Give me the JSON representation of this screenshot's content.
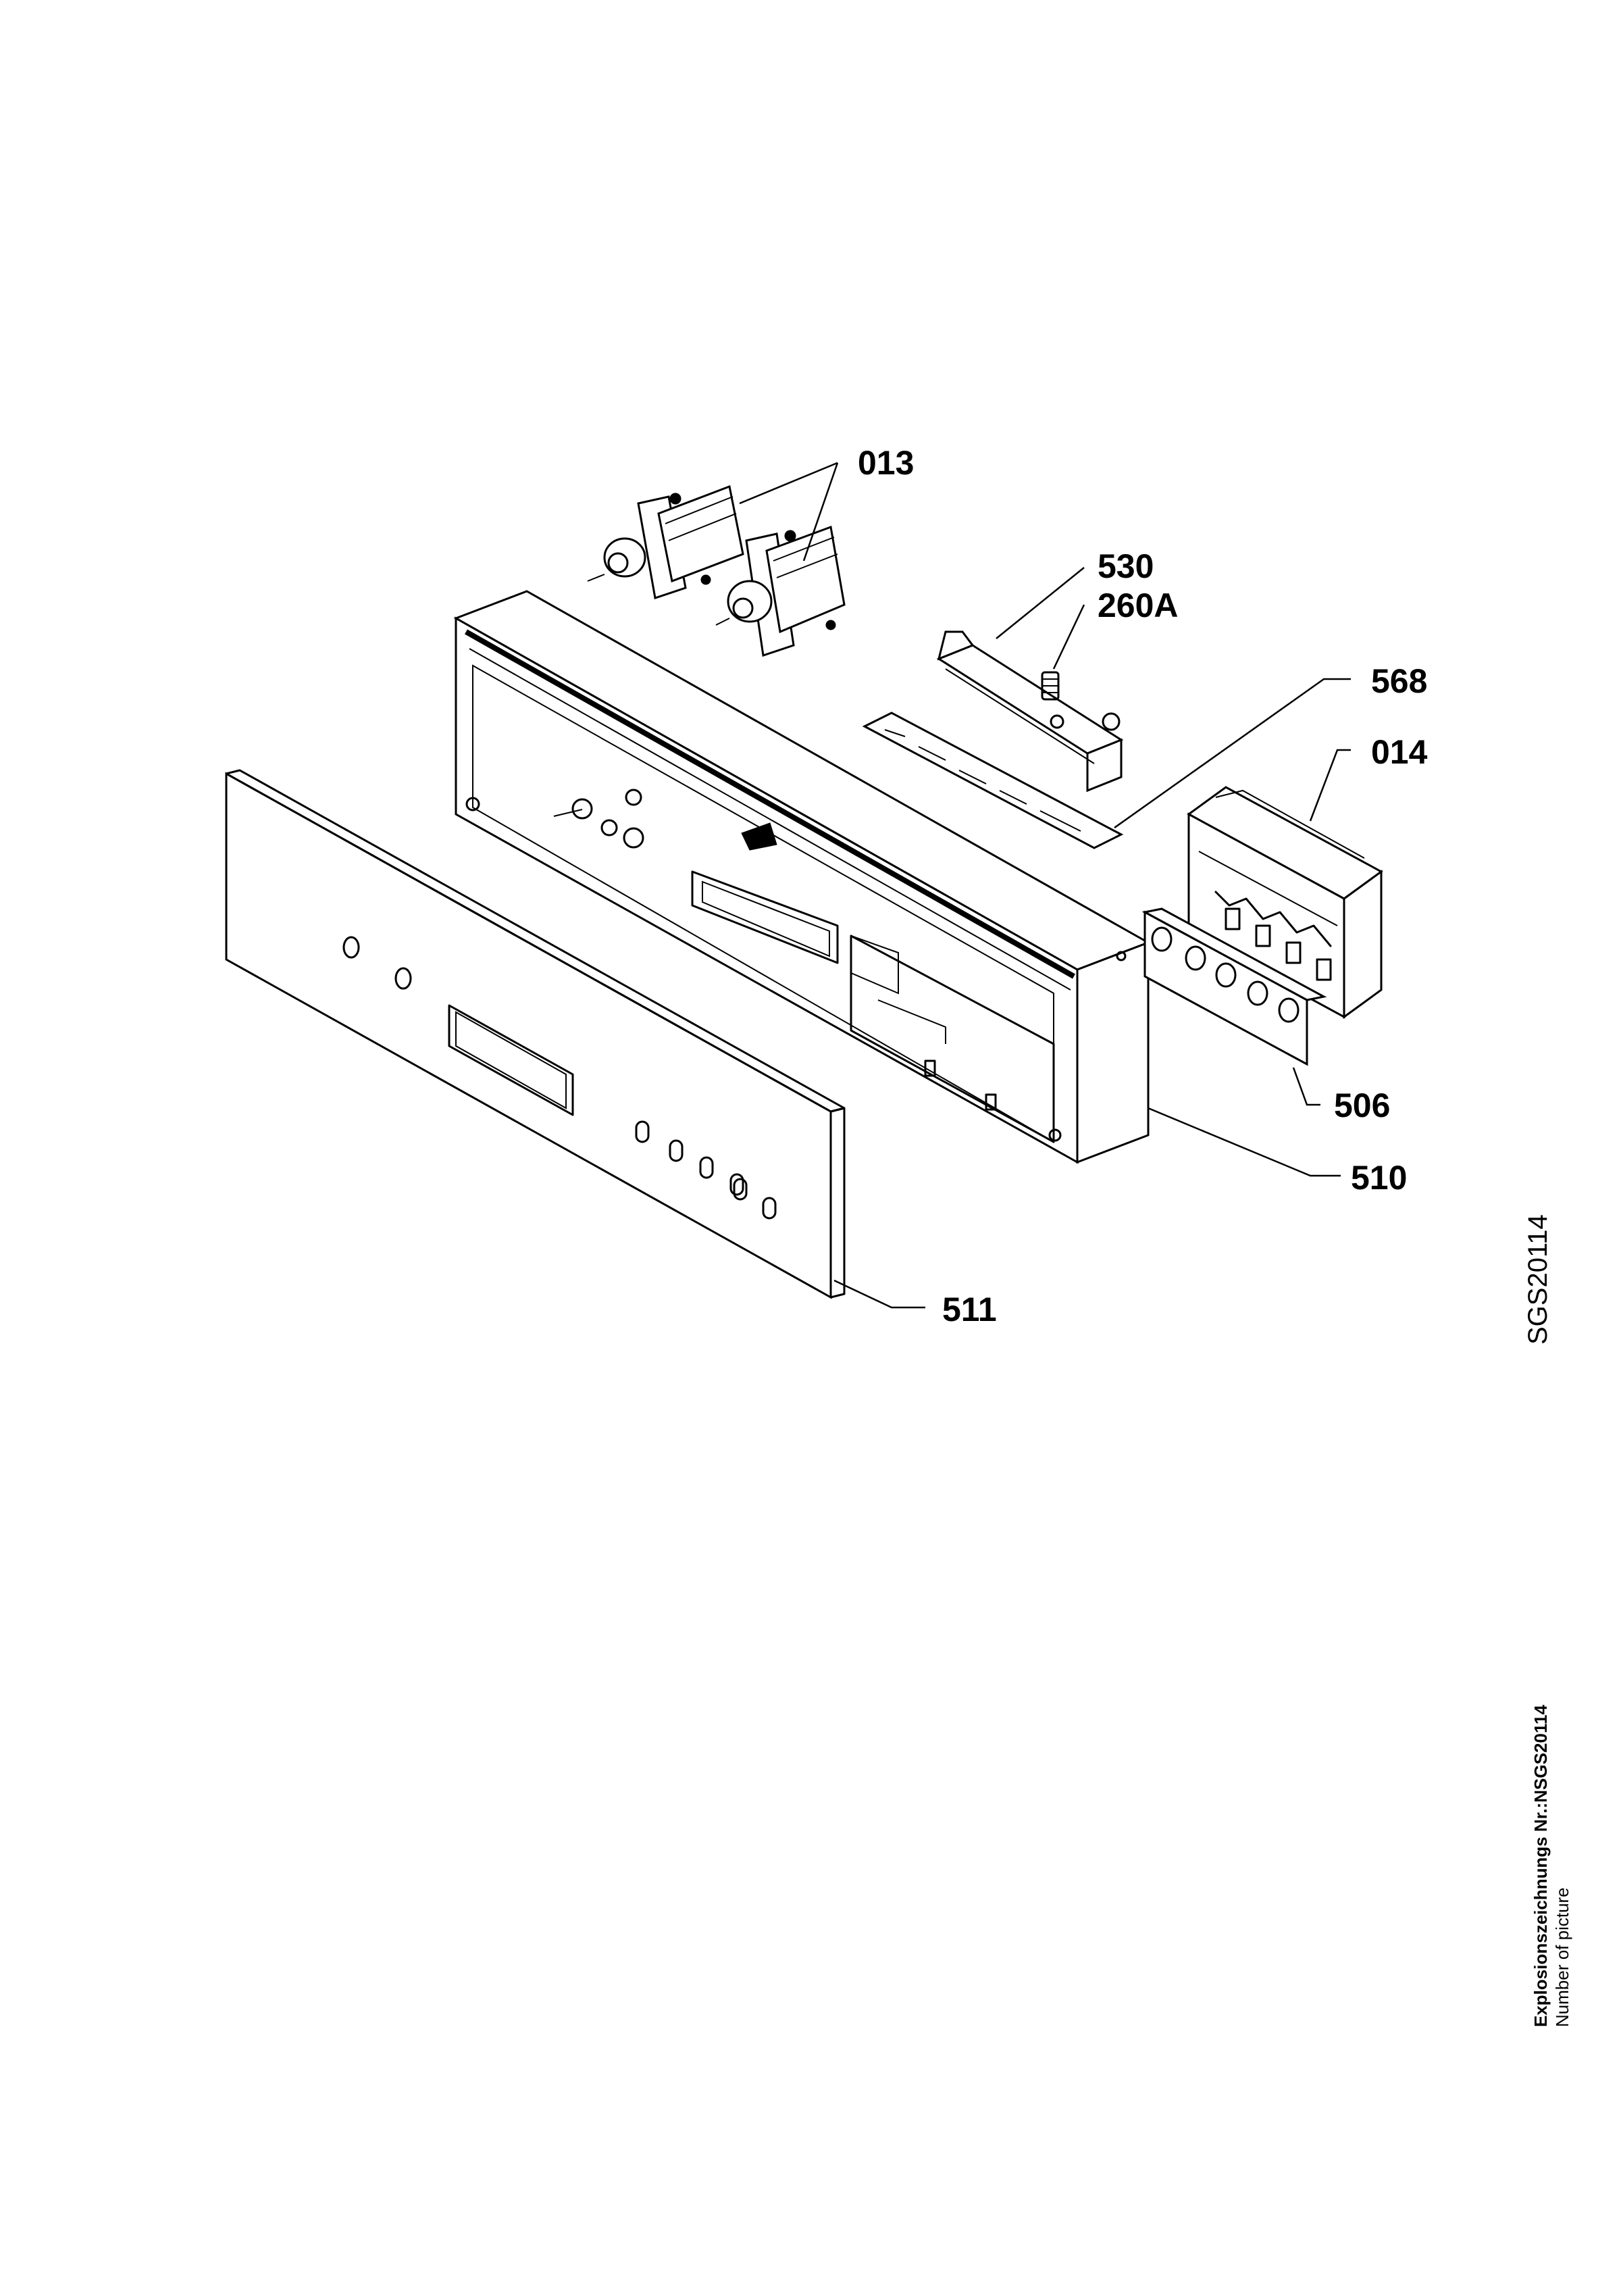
{
  "callouts": {
    "c013": "013",
    "c530": "530",
    "c260A": "260A",
    "c568": "568",
    "c014": "014",
    "c506": "506",
    "c510": "510",
    "c511": "511"
  },
  "sidebar": {
    "drawing_code": "SGS20114",
    "title": "Explosionszeichnungs Nr.:NSGS20114",
    "subtitle": "Number of picture"
  }
}
